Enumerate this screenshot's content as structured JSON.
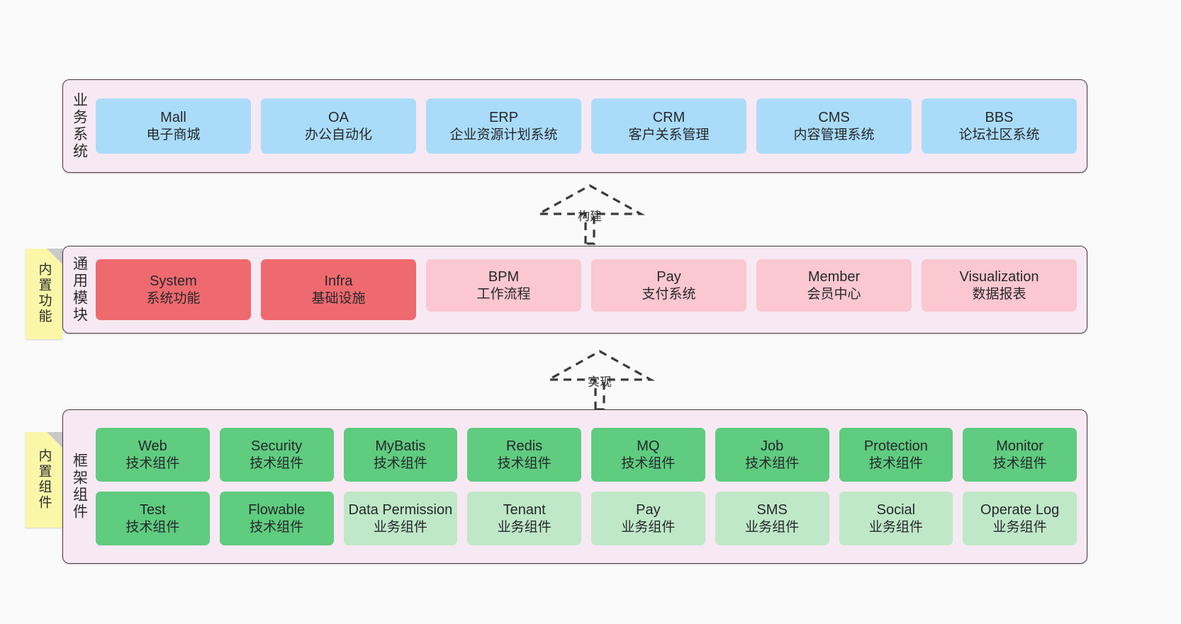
{
  "diagram": {
    "title": "",
    "background": "#fafafa",
    "colors": {
      "panel_fill": "#f7e9f3",
      "panel_border": "#4a3a42",
      "business_node": "#aadcfa",
      "module_strong": "#ef6a6f",
      "module_light": "#fbc7d0",
      "tech_component": "#5fcc7f",
      "biz_component": "#bfe8c8",
      "sticky_note": "#fbf7a8",
      "sticky_fold": "#c9c9c9",
      "connector": "#3a3a3a"
    }
  },
  "layers": [
    {
      "id": "business-system",
      "label": "业务系统",
      "rows": [
        {
          "nodes": [
            {
              "title": "Mall",
              "sub": "电子商城"
            },
            {
              "title": "OA",
              "sub": "办公自动化"
            },
            {
              "title": "ERP",
              "sub": "企业资源计划系统"
            },
            {
              "title": "CRM",
              "sub": "客户关系管理"
            },
            {
              "title": "CMS",
              "sub": "内容管理系统"
            },
            {
              "title": "BBS",
              "sub": "论坛社区系统"
            }
          ]
        }
      ]
    },
    {
      "id": "common-module",
      "label": "通用模块",
      "sticky": "内置功能",
      "rows": [
        {
          "nodes": [
            {
              "title": "System",
              "sub": "系统功能",
              "style": "mod-strong"
            },
            {
              "title": "Infra",
              "sub": "基础设施",
              "style": "mod-strong"
            },
            {
              "title": "BPM",
              "sub": "工作流程",
              "style": "mod-light"
            },
            {
              "title": "Pay",
              "sub": "支付系统",
              "style": "mod-light"
            },
            {
              "title": "Member",
              "sub": "会员中心",
              "style": "mod-light"
            },
            {
              "title": "Visualization",
              "sub": "数据报表",
              "style": "mod-light"
            }
          ]
        }
      ]
    },
    {
      "id": "framework-component",
      "label": "框架组件",
      "sticky": "内置组件",
      "rows": [
        {
          "nodes": [
            {
              "title": "Web",
              "sub": "技术组件",
              "style": "tech"
            },
            {
              "title": "Security",
              "sub": "技术组件",
              "style": "tech"
            },
            {
              "title": "MyBatis",
              "sub": "技术组件",
              "style": "tech"
            },
            {
              "title": "Redis",
              "sub": "技术组件",
              "style": "tech"
            },
            {
              "title": "MQ",
              "sub": "技术组件",
              "style": "tech"
            },
            {
              "title": "Job",
              "sub": "技术组件",
              "style": "tech"
            },
            {
              "title": "Protection",
              "sub": "技术组件",
              "style": "tech"
            },
            {
              "title": "Monitor",
              "sub": "技术组件",
              "style": "tech"
            }
          ]
        },
        {
          "nodes": [
            {
              "title": "Test",
              "sub": "技术组件",
              "style": "tech"
            },
            {
              "title": "Flowable",
              "sub": "技术组件",
              "style": "tech"
            },
            {
              "title": "Data Permission",
              "sub": "业务组件",
              "style": "biz"
            },
            {
              "title": "Tenant",
              "sub": "业务组件",
              "style": "biz"
            },
            {
              "title": "Pay",
              "sub": "业务组件",
              "style": "biz"
            },
            {
              "title": "SMS",
              "sub": "业务组件",
              "style": "biz"
            },
            {
              "title": "Social",
              "sub": "业务组件",
              "style": "biz"
            },
            {
              "title": "Operate Log",
              "sub": "业务组件",
              "style": "biz"
            }
          ]
        }
      ]
    }
  ],
  "connectors": [
    {
      "id": "build",
      "label": "构建",
      "from": "common-module",
      "to": "business-system",
      "style": "dashed-hollow-arrow"
    },
    {
      "id": "implement",
      "label": "实现",
      "from": "framework-component",
      "to": "common-module",
      "style": "dashed-hollow-arrow"
    }
  ]
}
